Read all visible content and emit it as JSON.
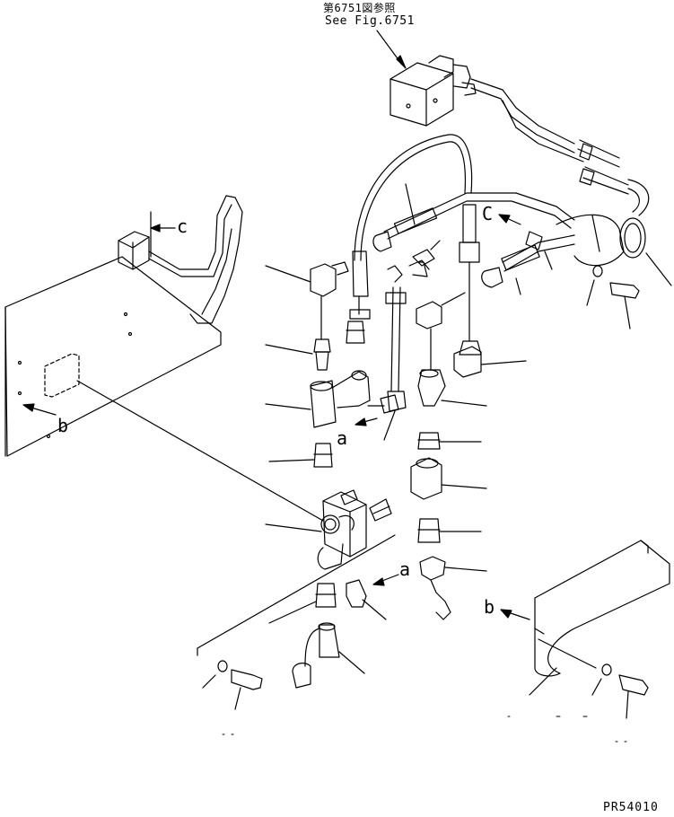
{
  "reference": {
    "japanese": "第6751図参照",
    "english": "See Fig.6751"
  },
  "callouts": {
    "a1": "a",
    "a2": "a",
    "b1": "b",
    "b2": "b",
    "c1": "c",
    "c2": "C"
  },
  "drawing_number": "PR54010"
}
